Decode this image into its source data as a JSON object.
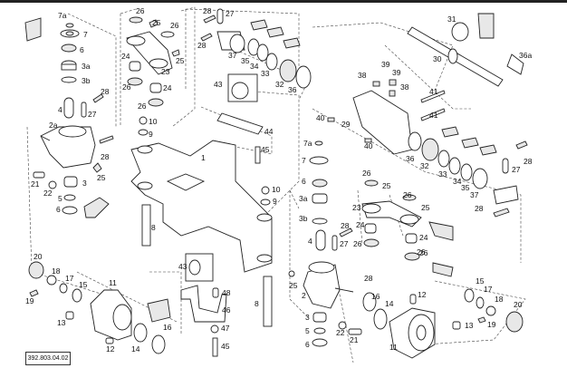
{
  "diagram": {
    "title": "Front axle assembly exploded view",
    "reference_code": "392.803.04.02",
    "callouts": [
      {
        "id": "c-7a-l",
        "label": "7a"
      },
      {
        "id": "c-7-l",
        "label": "7"
      },
      {
        "id": "c-6-l",
        "label": "6"
      },
      {
        "id": "c-3a-l",
        "label": "3a"
      },
      {
        "id": "c-3b-l",
        "label": "3b"
      },
      {
        "id": "c-28-l1",
        "label": "28"
      },
      {
        "id": "c-4-l",
        "label": "4"
      },
      {
        "id": "c-27-l",
        "label": "27"
      },
      {
        "id": "c-2a",
        "label": "2a"
      },
      {
        "id": "c-28-l2",
        "label": "28"
      },
      {
        "id": "c-25-l",
        "label": "25"
      },
      {
        "id": "c-21-l",
        "label": "21"
      },
      {
        "id": "c-22-l",
        "label": "22"
      },
      {
        "id": "c-3-l",
        "label": "3"
      },
      {
        "id": "c-5-l",
        "label": "5"
      },
      {
        "id": "c-6-l2",
        "label": "6"
      },
      {
        "id": "c-26-t1",
        "label": "26"
      },
      {
        "id": "c-25-t1",
        "label": "25"
      },
      {
        "id": "c-26-t2",
        "label": "26"
      },
      {
        "id": "c-24-t1",
        "label": "24"
      },
      {
        "id": "c-25-t2",
        "label": "25"
      },
      {
        "id": "c-23-t",
        "label": "23"
      },
      {
        "id": "c-26-t3",
        "label": "26"
      },
      {
        "id": "c-24-t2",
        "label": "24"
      },
      {
        "id": "c-26-t4",
        "label": "26"
      },
      {
        "id": "c-10-t",
        "label": "10"
      },
      {
        "id": "c-9-t",
        "label": "9"
      },
      {
        "id": "c-28-t1",
        "label": "28"
      },
      {
        "id": "c-27-t",
        "label": "27"
      },
      {
        "id": "c-28-t2",
        "label": "28"
      },
      {
        "id": "c-37-t",
        "label": "37"
      },
      {
        "id": "c-35-t",
        "label": "35"
      },
      {
        "id": "c-34-t",
        "label": "34"
      },
      {
        "id": "c-33-t",
        "label": "33"
      },
      {
        "id": "c-32-t",
        "label": "32"
      },
      {
        "id": "c-36-t",
        "label": "36"
      },
      {
        "id": "c-43-t",
        "label": "43"
      },
      {
        "id": "c-44",
        "label": "44"
      },
      {
        "id": "c-45-t",
        "label": "45"
      },
      {
        "id": "c-1",
        "label": "1"
      },
      {
        "id": "c-10-m",
        "label": "10"
      },
      {
        "id": "c-9-m",
        "label": "9"
      },
      {
        "id": "c-8-l",
        "label": "8"
      },
      {
        "id": "c-31",
        "label": "31"
      },
      {
        "id": "c-30",
        "label": "30"
      },
      {
        "id": "c-36a",
        "label": "36a"
      },
      {
        "id": "c-38-1",
        "label": "38"
      },
      {
        "id": "c-39-1",
        "label": "39"
      },
      {
        "id": "c-39-2",
        "label": "39"
      },
      {
        "id": "c-38-2",
        "label": "38"
      },
      {
        "id": "c-41-1",
        "label": "41"
      },
      {
        "id": "c-41-2",
        "label": "41"
      },
      {
        "id": "c-40-1",
        "label": "40"
      },
      {
        "id": "c-29",
        "label": "29"
      },
      {
        "id": "c-40-2",
        "label": "40"
      },
      {
        "id": "c-36-r",
        "label": "36"
      },
      {
        "id": "c-32-r",
        "label": "32"
      },
      {
        "id": "c-33-r",
        "label": "33"
      },
      {
        "id": "c-34-r",
        "label": "34"
      },
      {
        "id": "c-35-r",
        "label": "35"
      },
      {
        "id": "c-37-r",
        "label": "37"
      },
      {
        "id": "c-28-r1",
        "label": "28"
      },
      {
        "id": "c-27-r",
        "label": "27"
      },
      {
        "id": "c-28-r2",
        "label": "28"
      },
      {
        "id": "c-7a-r",
        "label": "7a"
      },
      {
        "id": "c-7-r",
        "label": "7"
      },
      {
        "id": "c-6-r",
        "label": "6"
      },
      {
        "id": "c-3a-r",
        "label": "3a"
      },
      {
        "id": "c-3b-r",
        "label": "3b"
      },
      {
        "id": "c-4-r",
        "label": "4"
      },
      {
        "id": "c-28-r3",
        "label": "28"
      },
      {
        "id": "c-27-r2",
        "label": "27"
      },
      {
        "id": "c-26-r1",
        "label": "26"
      },
      {
        "id": "c-25-r1",
        "label": "25"
      },
      {
        "id": "c-26-r2",
        "label": "26"
      },
      {
        "id": "c-23-r",
        "label": "23"
      },
      {
        "id": "c-25-r2",
        "label": "25"
      },
      {
        "id": "c-24-r1",
        "label": "24"
      },
      {
        "id": "c-26-r3",
        "label": "26"
      },
      {
        "id": "c-24-r2",
        "label": "24"
      },
      {
        "id": "c-26-r4",
        "label": "26"
      },
      {
        "id": "c-20-l",
        "label": "20"
      },
      {
        "id": "c-18-l",
        "label": "18"
      },
      {
        "id": "c-17-l",
        "label": "17"
      },
      {
        "id": "c-15-l",
        "label": "15"
      },
      {
        "id": "c-11-l",
        "label": "11"
      },
      {
        "id": "c-19-l",
        "label": "19"
      },
      {
        "id": "c-13-l",
        "label": "13"
      },
      {
        "id": "c-12-l",
        "label": "12"
      },
      {
        "id": "c-14-l",
        "label": "14"
      },
      {
        "id": "c-16-l",
        "label": "16"
      },
      {
        "id": "c-43-b",
        "label": "43"
      },
      {
        "id": "c-48",
        "label": "48"
      },
      {
        "id": "c-46",
        "label": "46"
      },
      {
        "id": "c-47",
        "label": "47"
      },
      {
        "id": "c-45-b",
        "label": "45"
      },
      {
        "id": "c-8-b",
        "label": "8"
      },
      {
        "id": "c-25-b",
        "label": "25"
      },
      {
        "id": "c-2",
        "label": "2"
      },
      {
        "id": "c-3-b",
        "label": "3"
      },
      {
        "id": "c-5-b",
        "label": "5"
      },
      {
        "id": "c-6-b",
        "label": "6"
      },
      {
        "id": "c-22-b",
        "label": "22"
      },
      {
        "id": "c-21-b",
        "label": "21"
      },
      {
        "id": "c-28-b",
        "label": "28"
      },
      {
        "id": "c-16-r",
        "label": "16"
      },
      {
        "id": "c-14-r",
        "label": "14"
      },
      {
        "id": "c-12-r",
        "label": "12"
      },
      {
        "id": "c-11-r",
        "label": "11"
      },
      {
        "id": "c-15-r",
        "label": "15"
      },
      {
        "id": "c-17-r",
        "label": "17"
      },
      {
        "id": "c-18-r",
        "label": "18"
      },
      {
        "id": "c-20-r",
        "label": "20"
      },
      {
        "id": "c-13-r",
        "label": "13"
      },
      {
        "id": "c-19-r",
        "label": "19"
      },
      {
        "id": "c-26-b",
        "label": "26"
      }
    ]
  }
}
